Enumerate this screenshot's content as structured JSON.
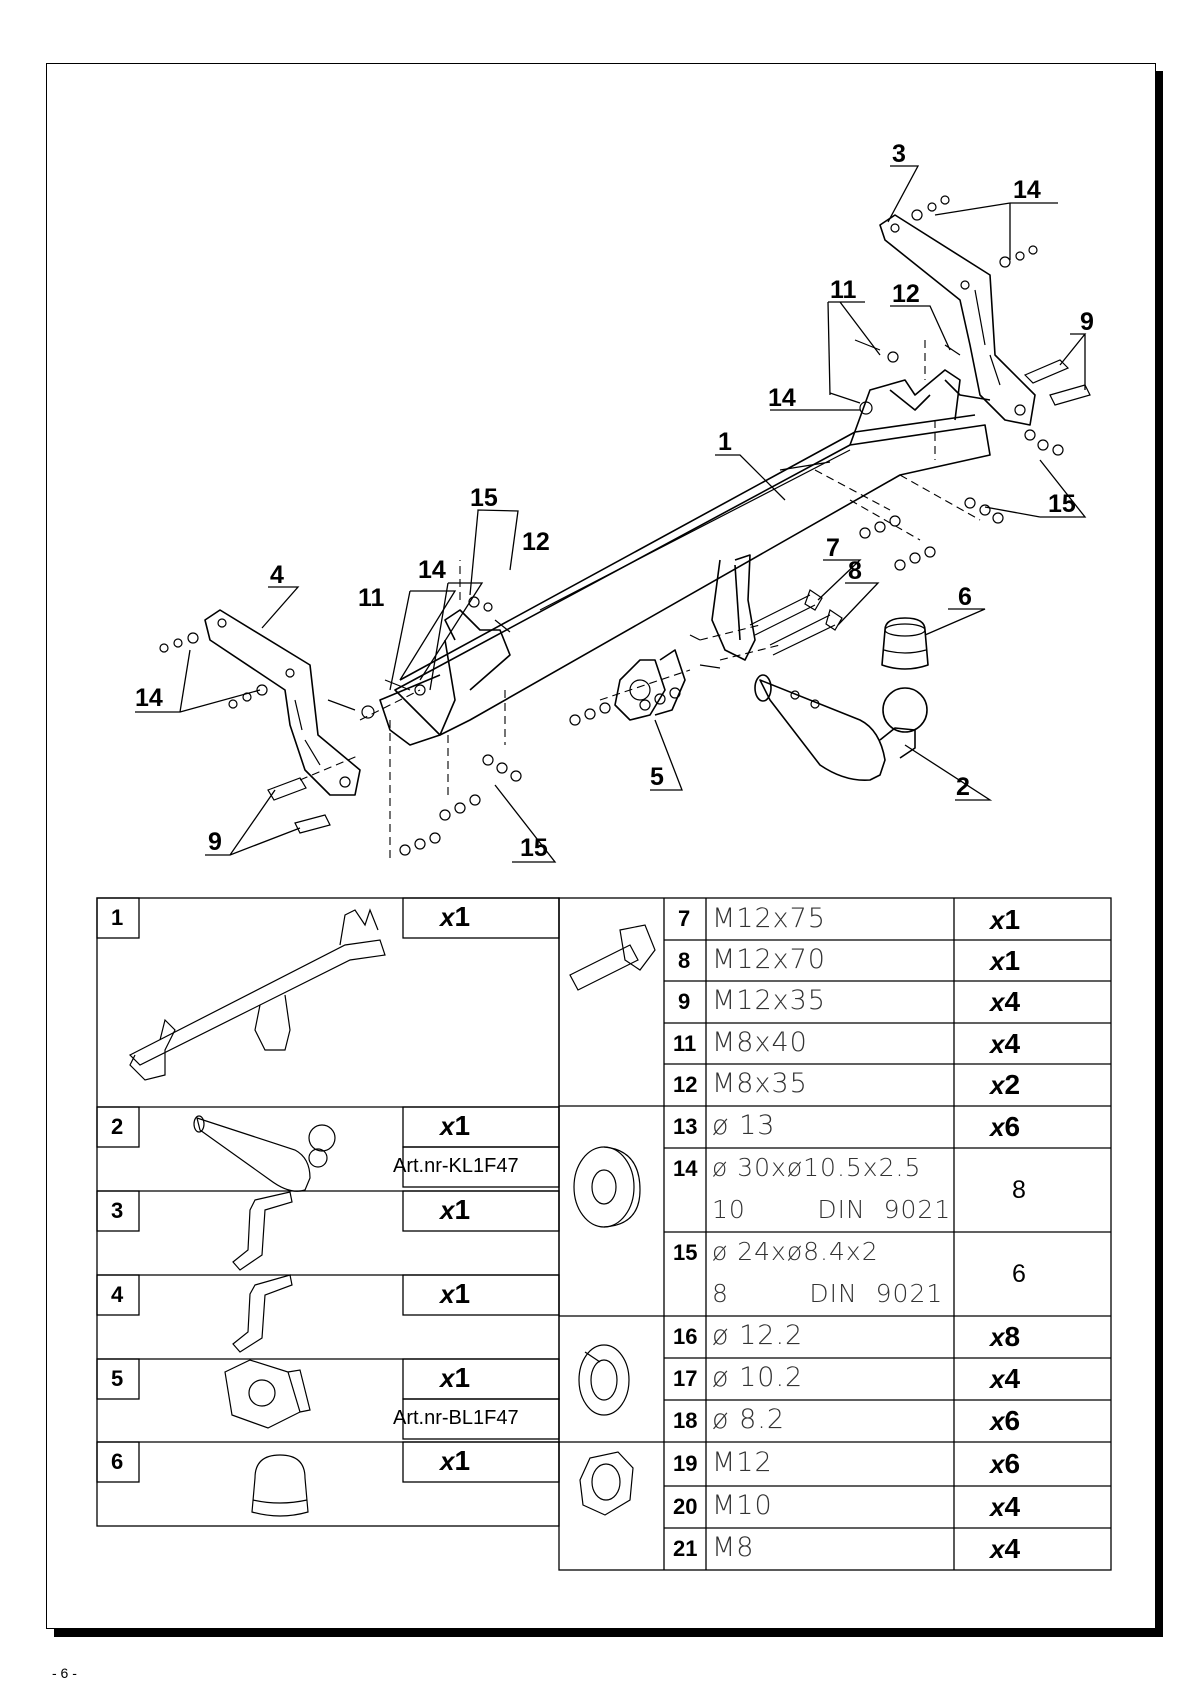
{
  "diagram": {
    "callouts": [
      "1",
      "2",
      "3",
      "4",
      "5",
      "6",
      "7",
      "8",
      "9",
      "11",
      "12",
      "14",
      "15"
    ]
  },
  "parts_table": {
    "left": [
      {
        "no": "1",
        "qty_x": "x",
        "qty_n": "1",
        "art": ""
      },
      {
        "no": "2",
        "qty_x": "x",
        "qty_n": "1",
        "art": "Art.nr-KL1F47"
      },
      {
        "no": "3",
        "qty_x": "x",
        "qty_n": "1",
        "art": ""
      },
      {
        "no": "4",
        "qty_x": "x",
        "qty_n": "1",
        "art": ""
      },
      {
        "no": "5",
        "qty_x": "x",
        "qty_n": "1",
        "art": "Art.nr-BL1F47"
      },
      {
        "no": "6",
        "qty_x": "x",
        "qty_n": "1",
        "art": ""
      }
    ],
    "right": [
      {
        "no": "7",
        "spec": "M12x75",
        "qty_x": "x",
        "qty_n": "1"
      },
      {
        "no": "8",
        "spec": "M12x70",
        "qty_x": "x",
        "qty_n": "1"
      },
      {
        "no": "9",
        "spec": "M12x35",
        "qty_x": "x",
        "qty_n": "4"
      },
      {
        "no": "11",
        "spec": "M8x40",
        "qty_x": "x",
        "qty_n": "4"
      },
      {
        "no": "12",
        "spec": "M8x35",
        "qty_x": "x",
        "qty_n": "2"
      },
      {
        "no": "13",
        "spec": "ø 13",
        "qty_x": "x",
        "qty_n": "6"
      },
      {
        "no": "14",
        "spec": "ø 30xø10.5x2.5",
        "spec2": "10        DIN  9021",
        "qty": "8"
      },
      {
        "no": "15",
        "spec": "ø 24xø8.4x2",
        "spec2": "8         DIN  9021",
        "qty": "6"
      },
      {
        "no": "16",
        "spec": "ø 12.2",
        "qty_x": "x",
        "qty_n": "8"
      },
      {
        "no": "17",
        "spec": "ø 10.2",
        "qty_x": "x",
        "qty_n": "4"
      },
      {
        "no": "18",
        "spec": "ø 8.2",
        "qty_x": "x",
        "qty_n": "6"
      },
      {
        "no": "19",
        "spec": "M12",
        "qty_x": "x",
        "qty_n": "6"
      },
      {
        "no": "20",
        "spec": "M10",
        "qty_x": "x",
        "qty_n": "4"
      },
      {
        "no": "21",
        "spec": "M8",
        "qty_x": "x",
        "qty_n": "4"
      }
    ]
  },
  "footer": {
    "page": "- 6 -"
  }
}
